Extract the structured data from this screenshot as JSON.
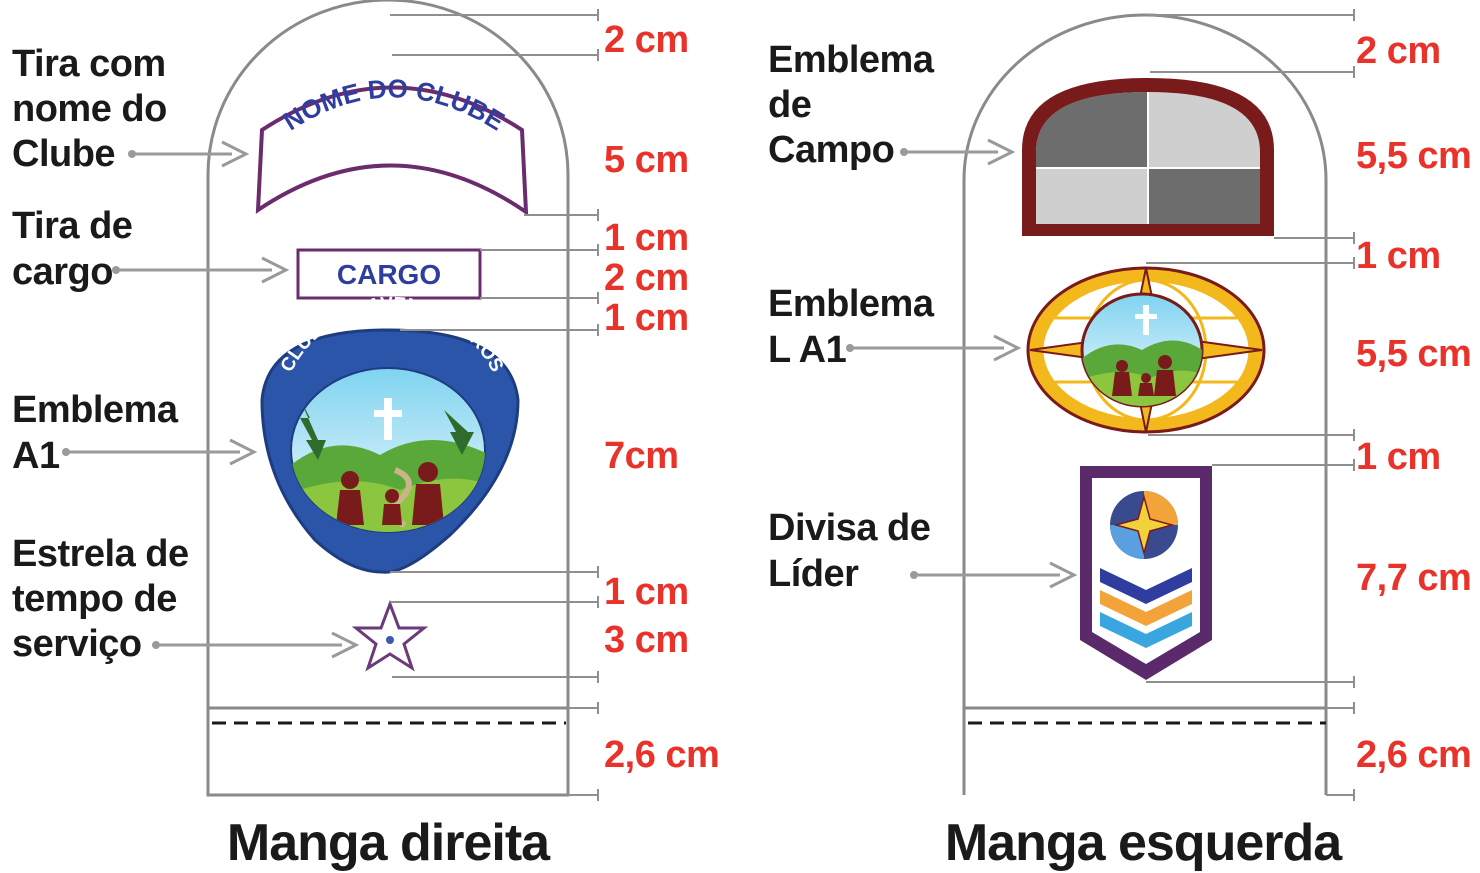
{
  "right_sleeve": {
    "title": "Manga direita",
    "labels": {
      "club_strip": [
        "Tira com",
        "nome do",
        "Clube"
      ],
      "role_strip": [
        "Tira de",
        "cargo"
      ],
      "emblem": [
        "Emblema",
        "A1"
      ],
      "star": [
        "Estrela de",
        "tempo de",
        "serviço"
      ]
    },
    "patch_text": {
      "club_name": "NOME DO CLUBE",
      "role": "CARGO",
      "emblem_ring": "CLUBE DE AVENTUREIROS"
    },
    "measures": [
      "2 cm",
      "5 cm",
      "1 cm",
      "2 cm",
      "1 cm",
      "7cm",
      "1 cm",
      "3 cm",
      "2,6 cm"
    ]
  },
  "left_sleeve": {
    "title": "Manga esquerda",
    "labels": {
      "field_emblem": [
        "Emblema",
        "de",
        "Campo"
      ],
      "la1_emblem": [
        "Emblema",
        "L A1"
      ],
      "leader_insignia": [
        "Divisa de",
        "Líder"
      ]
    },
    "measures": [
      "2 cm",
      "5,5 cm",
      "1 cm",
      "5,5 cm",
      "1 cm",
      "7,7 cm",
      "2,6 cm"
    ]
  },
  "colors": {
    "measure": "#e8322a",
    "label": "#1a1a1a",
    "club_strip_border": "#6b2c6e",
    "club_text": "#2f3e9e",
    "emblem_blue": "#2b55a8",
    "field_border": "#7a1b1b",
    "la1_gold": "#f2b81c",
    "insignia_purple": "#5a2a6b"
  }
}
